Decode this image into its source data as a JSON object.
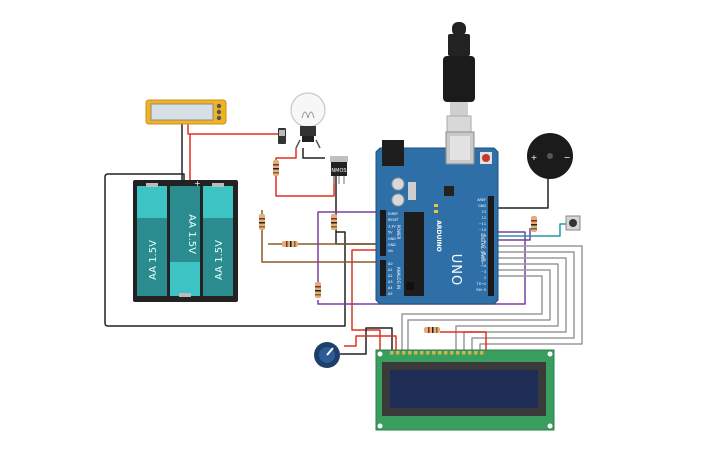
{
  "colors": {
    "wire_red": "#e0301e",
    "wire_black": "#222222",
    "wire_brown": "#8b5a2b",
    "wire_purple": "#7b3fa0",
    "wire_gray": "#9a9a9a",
    "wire_teal": "#1f9aa8",
    "arduino_board": "#2f6fa8",
    "battery_cell": "#3dc3c4",
    "lcd_pcb": "#3a9e5f",
    "lcd_screen": "#1e2d55",
    "meter_body": "#f0b323"
  },
  "battery": {
    "cells": [
      "AA 1.5V",
      "AA 1.5V",
      "AA 1.5V"
    ],
    "plus_sign": "+"
  },
  "transistor": {
    "label": "NMOS"
  },
  "arduino": {
    "model": "UNO",
    "brand": "ARDUINO",
    "digital_label": "DIGITAL (PWM~)",
    "analog_label": "ANALOG IN",
    "power_label": "POWER",
    "top_pins": [
      "AREF",
      "GND",
      "13",
      "12",
      "~11",
      "~10",
      "~9",
      "8",
      "7",
      "~6",
      "~5",
      "4",
      "~3",
      "2",
      "TX→1",
      "RX←0"
    ],
    "power_pins": [
      "IOREF",
      "RESET",
      "3.3V",
      "5V",
      "GND",
      "GND",
      "Vin"
    ],
    "analog_pins": [
      "A0",
      "A1",
      "A2",
      "A3",
      "A4",
      "A5"
    ]
  },
  "buzzer": {
    "plus": "+",
    "minus": "−"
  }
}
